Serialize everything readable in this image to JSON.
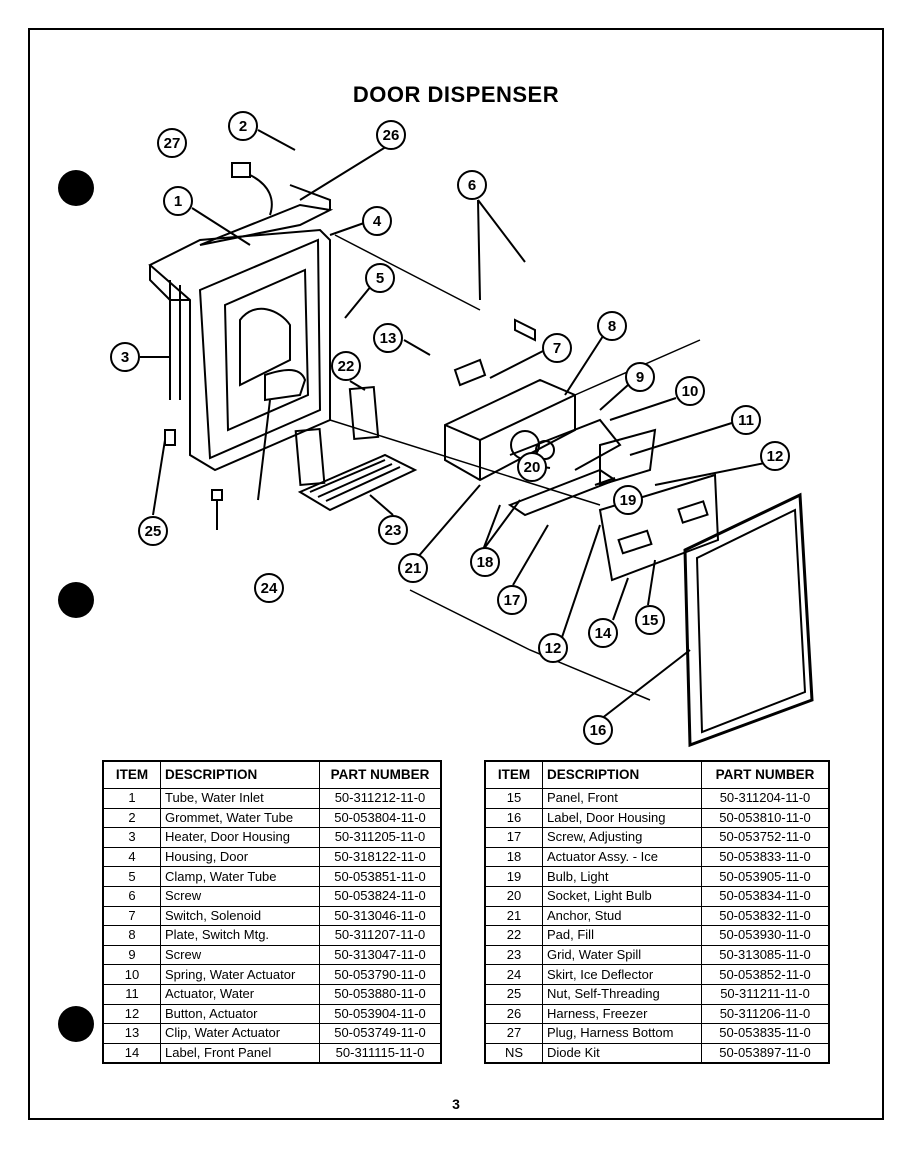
{
  "title": "DOOR DISPENSER",
  "page_number": "3",
  "table_headers": {
    "item": "ITEM",
    "description": "DESCRIPTION",
    "part_number": "PART NUMBER"
  },
  "parts_left": [
    {
      "item": "1",
      "description": "Tube, Water Inlet",
      "part_number": "50-311212-11-0"
    },
    {
      "item": "2",
      "description": "Grommet, Water Tube",
      "part_number": "50-053804-11-0"
    },
    {
      "item": "3",
      "description": "Heater, Door Housing",
      "part_number": "50-311205-11-0"
    },
    {
      "item": "4",
      "description": "Housing, Door",
      "part_number": "50-318122-11-0"
    },
    {
      "item": "5",
      "description": "Clamp, Water Tube",
      "part_number": "50-053851-11-0"
    },
    {
      "item": "6",
      "description": "Screw",
      "part_number": "50-053824-11-0"
    },
    {
      "item": "7",
      "description": "Switch, Solenoid",
      "part_number": "50-313046-11-0"
    },
    {
      "item": "8",
      "description": "Plate, Switch Mtg.",
      "part_number": "50-311207-11-0"
    },
    {
      "item": "9",
      "description": "Screw",
      "part_number": "50-313047-11-0"
    },
    {
      "item": "10",
      "description": "Spring, Water Actuator",
      "part_number": "50-053790-11-0"
    },
    {
      "item": "11",
      "description": "Actuator, Water",
      "part_number": "50-053880-11-0"
    },
    {
      "item": "12",
      "description": "Button, Actuator",
      "part_number": "50-053904-11-0"
    },
    {
      "item": "13",
      "description": "Clip, Water Actuator",
      "part_number": "50-053749-11-0"
    },
    {
      "item": "14",
      "description": "Label, Front Panel",
      "part_number": "50-311115-11-0"
    }
  ],
  "parts_right": [
    {
      "item": "15",
      "description": "Panel, Front",
      "part_number": "50-311204-11-0"
    },
    {
      "item": "16",
      "description": "Label, Door Housing",
      "part_number": "50-053810-11-0"
    },
    {
      "item": "17",
      "description": "Screw, Adjusting",
      "part_number": "50-053752-11-0"
    },
    {
      "item": "18",
      "description": "Actuator Assy. - Ice",
      "part_number": "50-053833-11-0"
    },
    {
      "item": "19",
      "description": "Bulb, Light",
      "part_number": "50-053905-11-0"
    },
    {
      "item": "20",
      "description": "Socket, Light Bulb",
      "part_number": "50-053834-11-0"
    },
    {
      "item": "21",
      "description": "Anchor, Stud",
      "part_number": "50-053832-11-0"
    },
    {
      "item": "22",
      "description": "Pad, Fill",
      "part_number": "50-053930-11-0"
    },
    {
      "item": "23",
      "description": "Grid, Water Spill",
      "part_number": "50-313085-11-0"
    },
    {
      "item": "24",
      "description": "Skirt, Ice Deflector",
      "part_number": "50-053852-11-0"
    },
    {
      "item": "25",
      "description": "Nut, Self-Threading",
      "part_number": "50-311211-11-0"
    },
    {
      "item": "26",
      "description": "Harness, Freezer",
      "part_number": "50-311206-11-0"
    },
    {
      "item": "27",
      "description": "Plug, Harness Bottom",
      "part_number": "50-053835-11-0"
    },
    {
      "item": "NS",
      "description": "Diode Kit",
      "part_number": "50-053897-11-0"
    }
  ],
  "callouts": [
    "1",
    "2",
    "3",
    "4",
    "5",
    "6",
    "7",
    "8",
    "9",
    "10",
    "11",
    "12",
    "13",
    "14",
    "15",
    "16",
    "17",
    "18",
    "19",
    "20",
    "21",
    "22",
    "23",
    "24",
    "25",
    "26",
    "27"
  ]
}
